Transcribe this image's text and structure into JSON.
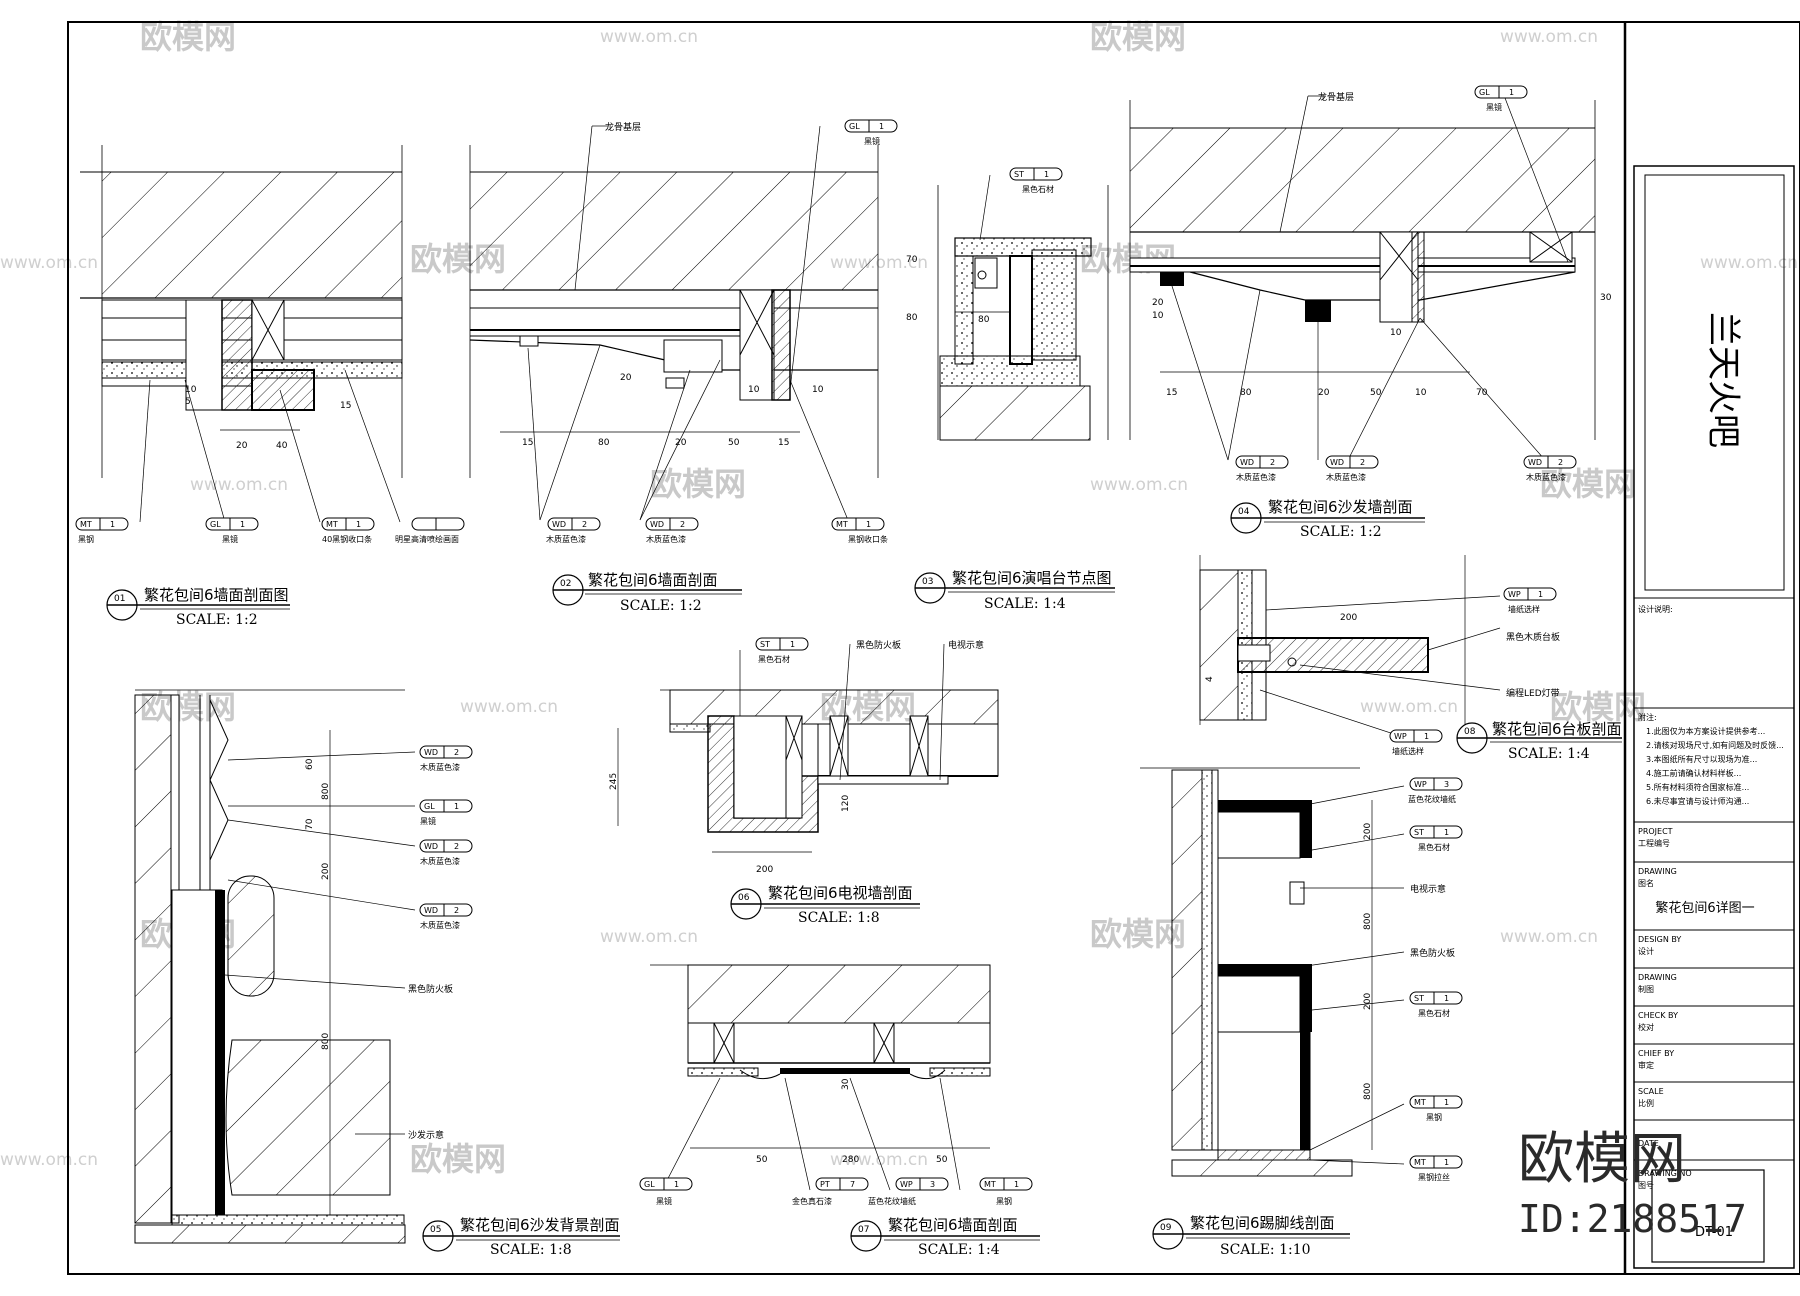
{
  "sheet": {
    "project_name": "兰天火吧",
    "design_notes_label": "设计说明:",
    "notes_label": "附注:",
    "notes_lines": [
      "1.此图仅为本方案设计提供参考...",
      "2.请核对现场尺寸,如有问题及时反馈...",
      "3.本图纸所有尺寸以现场为准...",
      "4.施工前请确认材料样板...",
      "5.所有材料须符合国家标准...",
      "6.未尽事宜请与设计师沟通..."
    ],
    "title_block": [
      {
        "en": "PROJECT",
        "cn": "工程编号",
        "value": ""
      },
      {
        "en": "DRAWING",
        "cn": "图名",
        "value": "繁花包间6详图一"
      },
      {
        "en": "DESIGN BY",
        "cn": "设计",
        "value": ""
      },
      {
        "en": "DRAWING",
        "cn": "制图",
        "value": ""
      },
      {
        "en": "CHECK BY",
        "cn": "校对",
        "value": ""
      },
      {
        "en": "CHIEF BY",
        "cn": "审定",
        "value": ""
      },
      {
        "en": "SCALE",
        "cn": "比例",
        "value": ""
      },
      {
        "en": "DATE",
        "cn": "",
        "value": ""
      },
      {
        "en": "DRAWING NO",
        "cn": "图号",
        "value": "DT-01"
      }
    ]
  },
  "details": [
    {
      "num": "01",
      "title": "繁花包间6墙面剖面图",
      "scale": "SCALE: 1:2"
    },
    {
      "num": "02",
      "title": "繁花包间6墙面剖面",
      "scale": "SCALE: 1:2"
    },
    {
      "num": "03",
      "title": "繁花包间6演唱台节点图",
      "scale": "SCALE: 1:4"
    },
    {
      "num": "04",
      "title": "繁花包间6沙发墙剖面",
      "scale": "SCALE: 1:2"
    },
    {
      "num": "05",
      "title": "繁花包间6沙发背景剖面",
      "scale": "SCALE: 1:8"
    },
    {
      "num": "06",
      "title": "繁花包间6电视墙剖面",
      "scale": "SCALE: 1:8"
    },
    {
      "num": "07",
      "title": "繁花包间6墙面剖面",
      "scale": "SCALE: 1:4"
    },
    {
      "num": "08",
      "title": "繁花包间6台板剖面",
      "scale": "SCALE: 1:4"
    },
    {
      "num": "09",
      "title": "繁花包间6踢脚线剖面",
      "scale": "SCALE: 1:10"
    }
  ],
  "tags": {
    "d01": [
      {
        "code": "MT",
        "n": "1",
        "label": "黑钢"
      },
      {
        "code": "GL",
        "n": "1",
        "label": "黑镜"
      },
      {
        "code": "MT",
        "n": "1",
        "label": "40黑钢收口条"
      },
      {
        "code": "",
        "n": "",
        "label": "明星高清喷绘画面"
      }
    ],
    "d02": [
      {
        "code": "GL",
        "n": "1",
        "label": "黑镜"
      },
      {
        "code": "WD",
        "n": "2",
        "label": "木质蓝色漆"
      },
      {
        "code": "WD",
        "n": "2",
        "label": "木质蓝色漆"
      },
      {
        "code": "MT",
        "n": "1",
        "label": "黑钢收口条"
      }
    ],
    "d03": [
      {
        "code": "ST",
        "n": "1",
        "label": "黑色石材"
      }
    ],
    "d04": [
      {
        "code": "GL",
        "n": "1",
        "label": "黑镜"
      },
      {
        "code": "WD",
        "n": "2",
        "label": "木质蓝色漆"
      },
      {
        "code": "WD",
        "n": "2",
        "label": "木质蓝色漆"
      },
      {
        "code": "WD",
        "n": "2",
        "label": "木质蓝色漆"
      }
    ],
    "d05": [
      {
        "code": "WD",
        "n": "2",
        "label": "木质蓝色漆"
      },
      {
        "code": "GL",
        "n": "1",
        "label": "黑镜"
      },
      {
        "code": "WD",
        "n": "2",
        "label": "木质蓝色漆"
      },
      {
        "code": "WD",
        "n": "2",
        "label": "木质蓝色漆"
      }
    ],
    "d06": [
      {
        "code": "ST",
        "n": "1",
        "label": "黑色石材"
      }
    ],
    "d07": [
      {
        "code": "GL",
        "n": "1",
        "label": "黑镜"
      },
      {
        "code": "PT",
        "n": "7",
        "label": "金色真石漆"
      },
      {
        "code": "WP",
        "n": "3",
        "label": "蓝色花纹墙纸"
      },
      {
        "code": "MT",
        "n": "1",
        "label": "黑钢"
      }
    ],
    "d08": [
      {
        "code": "WP",
        "n": "1",
        "label": "墙纸选样"
      },
      {
        "code": "WP",
        "n": "1",
        "label": "墙纸选样"
      }
    ],
    "d09": [
      {
        "code": "WP",
        "n": "3",
        "label": "蓝色花纹墙纸"
      },
      {
        "code": "ST",
        "n": "1",
        "label": "黑色石材"
      },
      {
        "code": "ST",
        "n": "1",
        "label": "黑色石材"
      },
      {
        "code": "MT",
        "n": "1",
        "label": "黑钢"
      },
      {
        "code": "MT",
        "n": "1",
        "label": "黑钢拉丝"
      }
    ]
  },
  "labels": {
    "keel_base": "龙骨基层",
    "keel_base_2": "龙骨基层",
    "black_fireboard": "黑色防火板",
    "black_fireboard_2": "黑色防火板",
    "black_fireboard_3": "黑色防火板",
    "tv_indicative": "电视示意",
    "tv_indicative_2": "电视示意",
    "sofa_indicative": "沙发示意",
    "black_wood_counter": "黑色木质台板",
    "led_strip": "编程LED灯带"
  },
  "dims": {
    "d01": [
      "20",
      "40",
      "15",
      "5",
      "10"
    ],
    "d02": [
      "15",
      "80",
      "20",
      "50",
      "15",
      "20",
      "10",
      "10"
    ],
    "d03": [
      "80",
      "70",
      "80"
    ],
    "d04": [
      "15",
      "80",
      "20",
      "50",
      "10",
      "70",
      "20",
      "10",
      "30",
      "10"
    ],
    "d05": [
      "800",
      "200",
      "60",
      "70"
    ],
    "d06": [
      "245",
      "200",
      "120"
    ],
    "d07": [
      "50",
      "280",
      "50",
      "30"
    ],
    "d08": [
      "200",
      "4"
    ],
    "d09": [
      "200",
      "800",
      "200",
      "800"
    ]
  },
  "watermark": {
    "brand": "欧模网",
    "url": "www.om.cn",
    "id": "ID:2188517"
  }
}
